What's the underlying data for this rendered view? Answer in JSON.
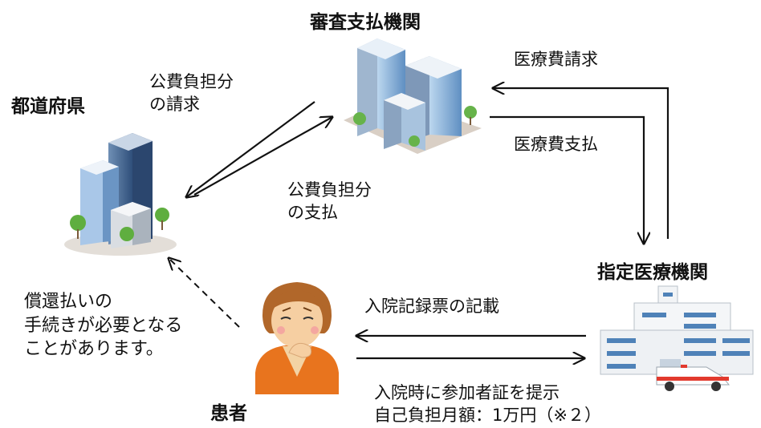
{
  "nodes": {
    "prefecture": {
      "title": "都道府県"
    },
    "review_org": {
      "title": "審査支払機関"
    },
    "hospital": {
      "title": "指定医療機関"
    },
    "patient": {
      "title": "患者"
    }
  },
  "edges": {
    "medical_claim": "医療費請求",
    "medical_payment": "医療費支払",
    "public_claim_line1": "公費負担分",
    "public_claim_line2": "の請求",
    "public_pay_line1": "公費負担分",
    "public_pay_line2": "の支払",
    "admission_record": "入院記録票の記載",
    "present_card": "入院時に参加者証を提示",
    "copay": "自己負担月額：1万円（※２）"
  },
  "notes": {
    "reimbursement_line1": "償還払いの",
    "reimbursement_line2": "手続きが必要となる",
    "reimbursement_line3": "ことがあります。"
  }
}
